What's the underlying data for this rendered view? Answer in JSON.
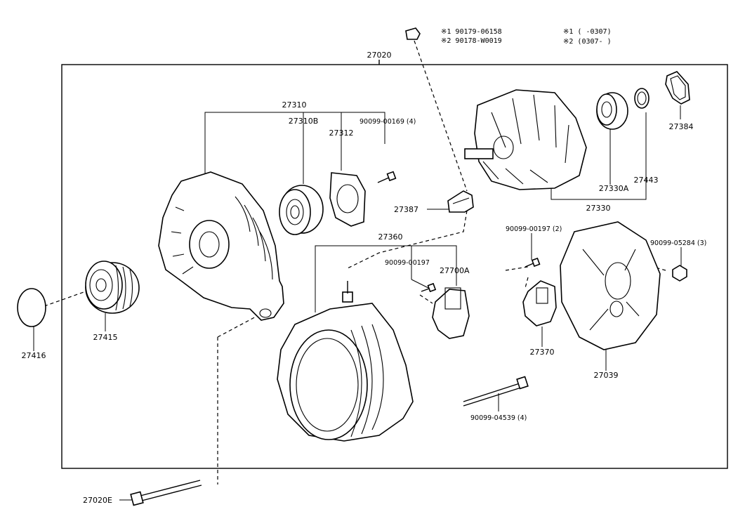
{
  "assembly_label": "27020",
  "notes": {
    "n1": "※1 90179-06158",
    "n2": "※2 90178-W0019",
    "n3": "※1 (      -0307)",
    "n4": "※2 (0307-      )"
  },
  "labels": {
    "p27310": "27310",
    "p27310B": "27310B",
    "p27312": "27312",
    "p90099_00169": "90099-00169 (4)",
    "p27387": "27387",
    "p27360": "27360",
    "p90099_00197a": "90099-00197",
    "p27700A": "27700A",
    "p90099_00197b": "90099-00197 (2)",
    "p90099_05284": "90099-05284 (3)",
    "p27384": "27384",
    "p27443": "27443",
    "p27330A": "27330A",
    "p27330": "27330",
    "p27415": "27415",
    "p27416": "27416",
    "p27370": "27370",
    "p27039": "27039",
    "p90099_04539": "90099-04539 (4)",
    "p27020E": "27020E"
  }
}
